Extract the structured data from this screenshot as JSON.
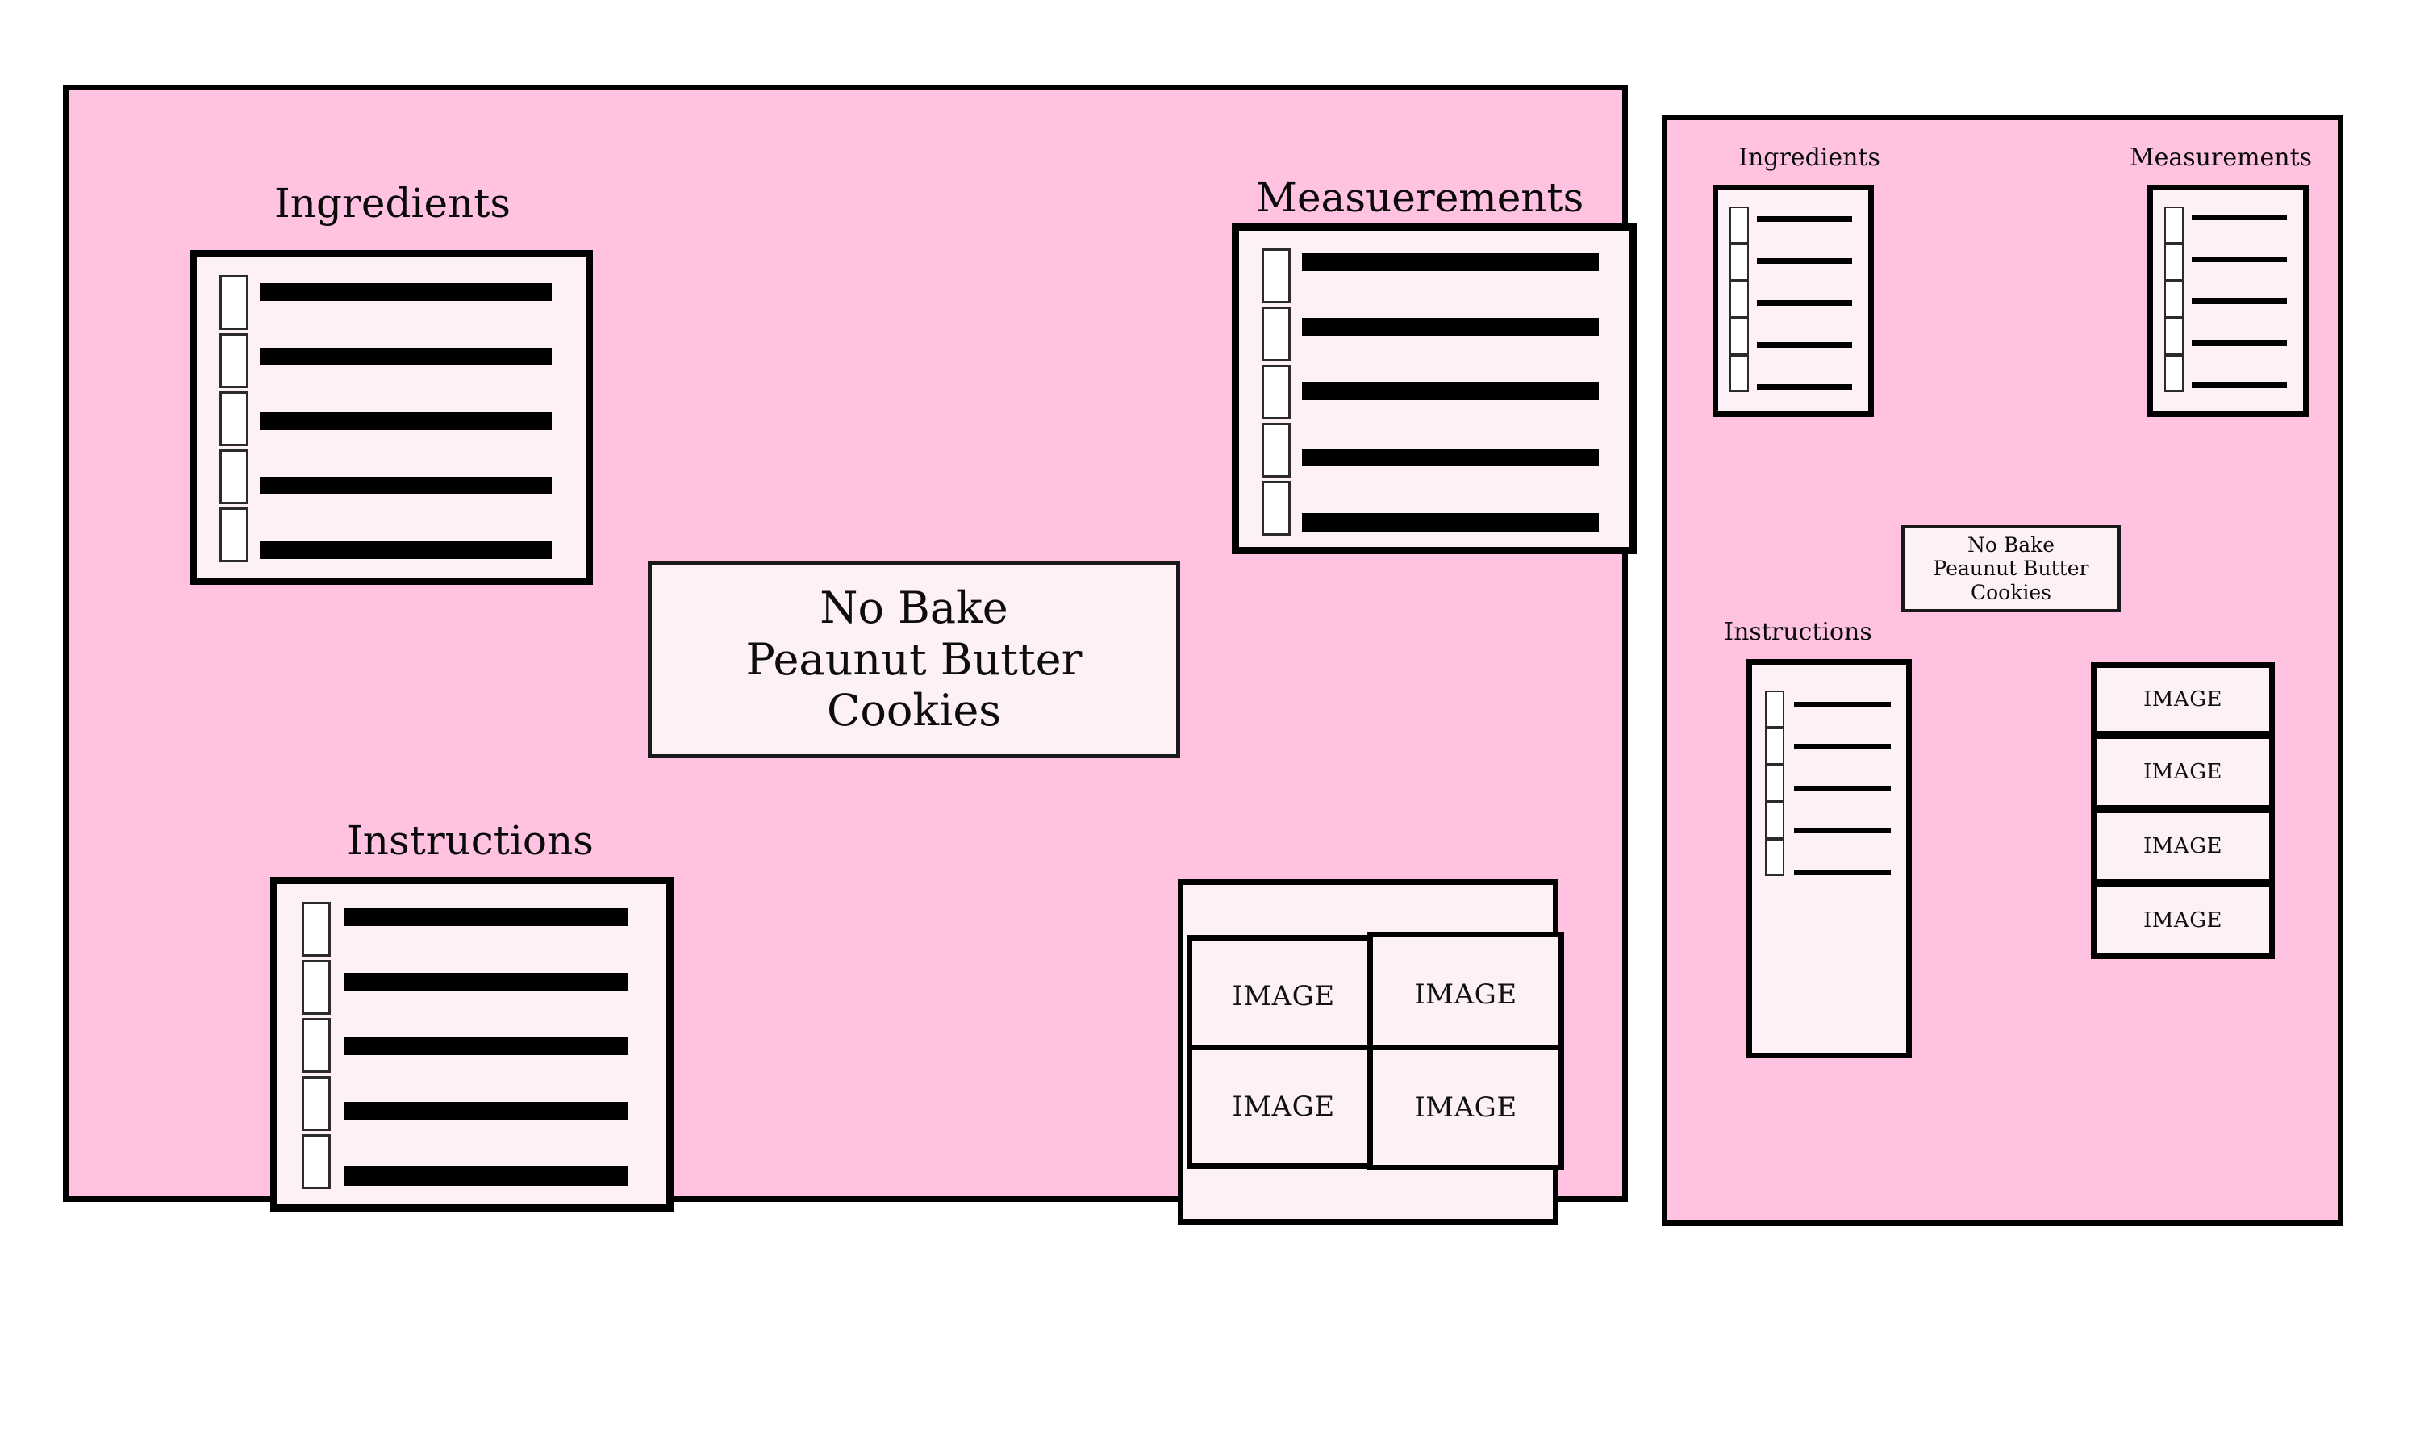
{
  "document": {
    "background_color": "#ffffff",
    "panel_fill": "#ffc3e1",
    "card_fill": "#fdf0f7",
    "ink": "#000000"
  },
  "recipe_title": {
    "line1": "No Bake",
    "line2": "Peaunut Butter",
    "line3": "Cookies"
  },
  "main_panel": {
    "sections": {
      "ingredients": {
        "label": "Ingredients",
        "rows": 5,
        "row_kind": "checkbox-and-redacted-bar"
      },
      "measurements": {
        "label": "Measuerements",
        "rows": 5,
        "row_kind": "checkbox-and-redacted-bar"
      },
      "instructions": {
        "label": "Instructions",
        "rows": 5,
        "row_kind": "checkbox-and-redacted-bar"
      }
    },
    "image_grid": {
      "columns": 2,
      "rows": 2,
      "tiles": [
        "IMAGE",
        "IMAGE",
        "IMAGE",
        "IMAGE"
      ]
    }
  },
  "thumbnail_panel": {
    "sections": {
      "ingredients": {
        "label": "Ingredients",
        "rows": 5,
        "row_kind": "checkbox-and-rule-line"
      },
      "measurements": {
        "label": "Measurements",
        "rows": 5,
        "row_kind": "checkbox-and-rule-line"
      },
      "instructions": {
        "label": "Instructions",
        "rows": 5,
        "row_kind": "checkbox-and-rule-line"
      }
    },
    "title": {
      "line1": "No Bake",
      "line2": "Peaunut Butter",
      "line3": "Cookies"
    },
    "image_stack": {
      "columns": 1,
      "rows": 4,
      "tiles": [
        "IMAGE",
        "IMAGE",
        "IMAGE",
        "IMAGE"
      ]
    }
  }
}
